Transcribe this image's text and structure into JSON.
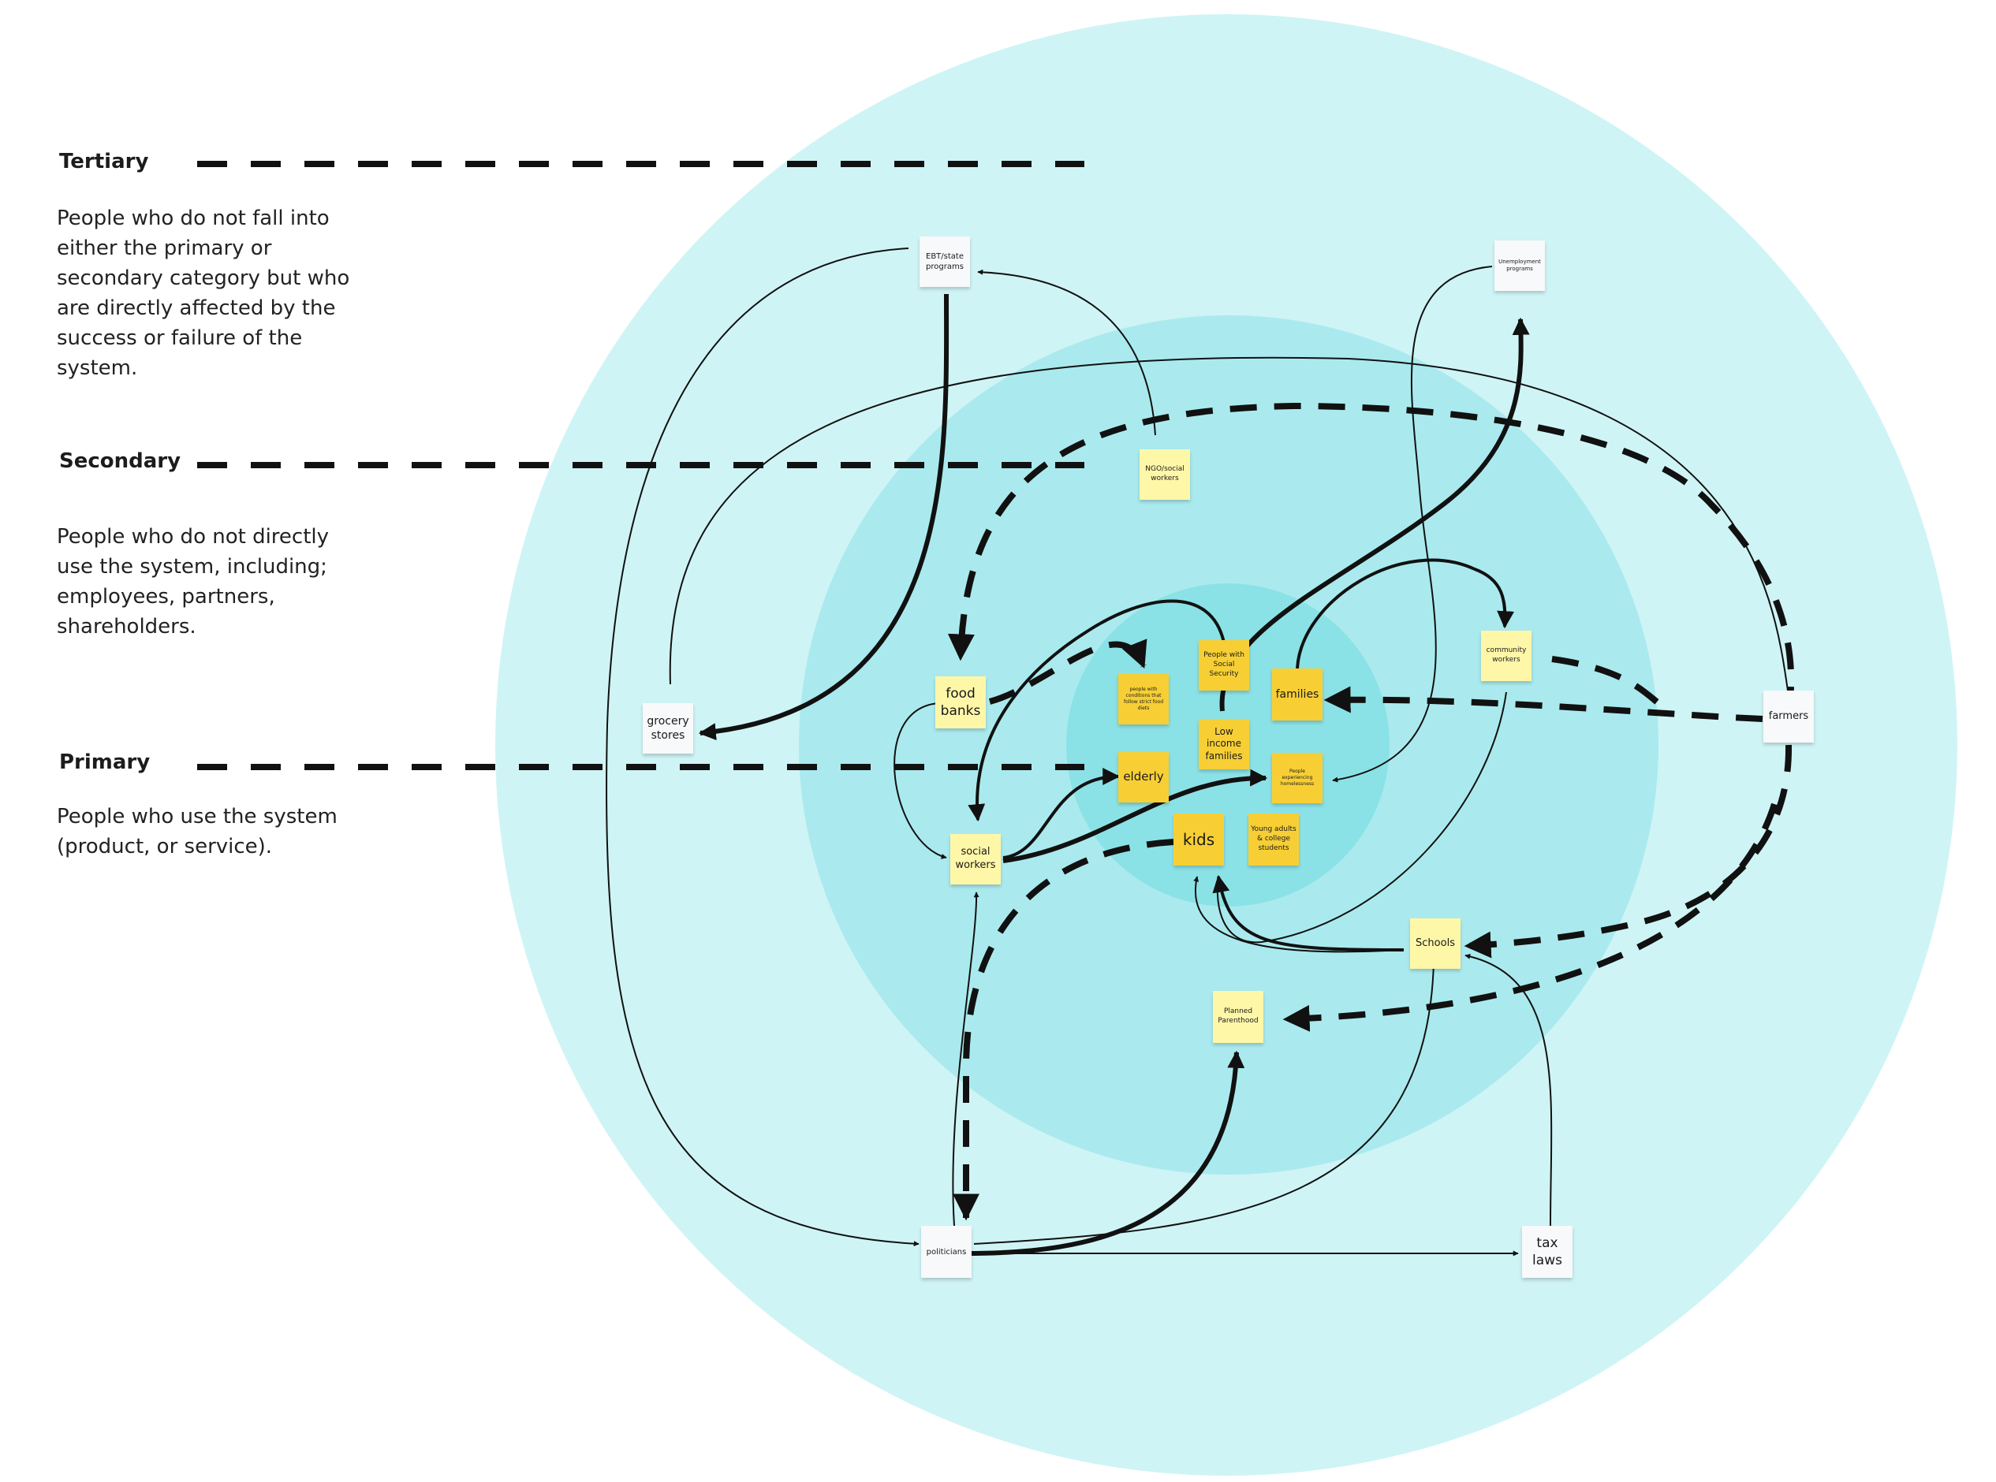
{
  "rings": [
    {
      "title": "Tertiary",
      "description": "People who do not fall into either the primary or secondary category but who are directly affected by the success or failure of the system."
    },
    {
      "title": "Secondary",
      "description": "People who do not directly use the system, including; employees, partners, shareholders."
    },
    {
      "title": "Primary",
      "description": "People who use the system (product, or service)."
    }
  ],
  "colors": {
    "outer_circle": "#cff4f5",
    "middle_circle": "#aaeaee",
    "inner_circle": "#8be2e6",
    "sticky_white": "#f7f9fa",
    "sticky_pale_yellow": "#fff7a8",
    "sticky_gold": "#f7cf35",
    "connector": "#111111"
  },
  "notes": {
    "ebt": "EBT/state programs",
    "unemployment": "Unemployment programs",
    "ngo": "NGO/social workers",
    "food_banks": "food banks",
    "grocery": "grocery stores",
    "community_workers": "community workers",
    "farmers": "farmers",
    "social_workers": "social workers",
    "diets": "people with conditions that follow strict food diets",
    "social_security": "People with Social Security",
    "families": "families",
    "low_income": "Low income families",
    "elderly": "elderly",
    "homelessness": "People experiencing homelessness",
    "kids": "kids",
    "young_adults": "Young adults & college students",
    "schools": "Schools",
    "planned_parenthood": "Planned Parenthood",
    "politicians": "politicians",
    "tax_laws": "tax laws"
  }
}
